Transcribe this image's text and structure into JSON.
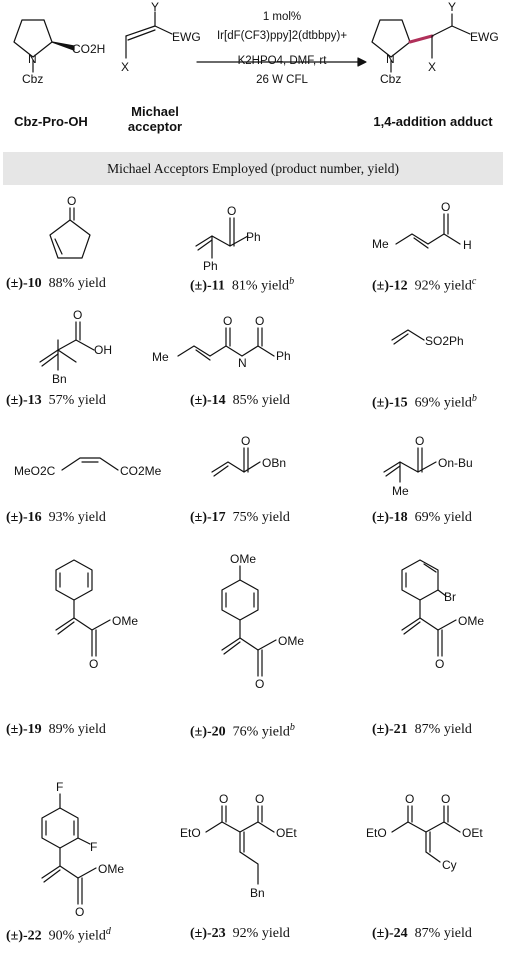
{
  "scheme": {
    "reactant_label": "Cbz-Pro-OH",
    "acceptor_label_line1": "Michael",
    "acceptor_label_line2": "acceptor",
    "product_label": "1,4-addition adduct",
    "conditions": {
      "line1": "1 mol%",
      "line2": "Ir[dF(CF3)ppy]2(dtbbpy)+",
      "line3": "K2HPO4, DMF, rt",
      "line4": "26 W CFL"
    },
    "atom_labels": {
      "N": "N",
      "Cbz": "Cbz",
      "CO2H": "CO2H",
      "Y": "Y",
      "X": "X",
      "EWG": "EWG"
    },
    "bond_highlight_color": "#b0305a"
  },
  "banner_text": "Michael Acceptors Employed (product number, yield)",
  "entries": [
    {
      "number": "10",
      "yield": "88% yield",
      "note": ""
    },
    {
      "number": "11",
      "yield": "81% yield",
      "note": "b"
    },
    {
      "number": "12",
      "yield": "92% yield",
      "note": "c"
    },
    {
      "number": "13",
      "yield": "57% yield",
      "note": ""
    },
    {
      "number": "14",
      "yield": "85% yield",
      "note": ""
    },
    {
      "number": "15",
      "yield": "69% yield",
      "note": "b"
    },
    {
      "number": "16",
      "yield": "93% yield",
      "note": ""
    },
    {
      "number": "17",
      "yield": "75% yield",
      "note": ""
    },
    {
      "number": "18",
      "yield": "69% yield",
      "note": ""
    },
    {
      "number": "19",
      "yield": "89% yield",
      "note": ""
    },
    {
      "number": "20",
      "yield": "76% yield",
      "note": "b"
    },
    {
      "number": "21",
      "yield": "87% yield",
      "note": ""
    },
    {
      "number": "22",
      "yield": "90% yield",
      "note": "d"
    },
    {
      "number": "23",
      "yield": "92% yield",
      "note": ""
    },
    {
      "number": "24",
      "yield": "87% yield",
      "note": ""
    }
  ],
  "racemic_prefix": "(±)-",
  "structure_labels": {
    "O": "O",
    "Ph": "Ph",
    "Me": "Me",
    "H": "H",
    "OH": "OH",
    "Bn": "Bn",
    "N": "N",
    "SO2Ph": "SO2Ph",
    "MeO2C": "MeO2C",
    "CO2Me": "CO2Me",
    "OBn": "OBn",
    "OnBu": "On-Bu",
    "OMe": "OMe",
    "Br": "Br",
    "F": "F",
    "EtO": "EtO",
    "OEt": "OEt",
    "Cy": "Cy"
  }
}
